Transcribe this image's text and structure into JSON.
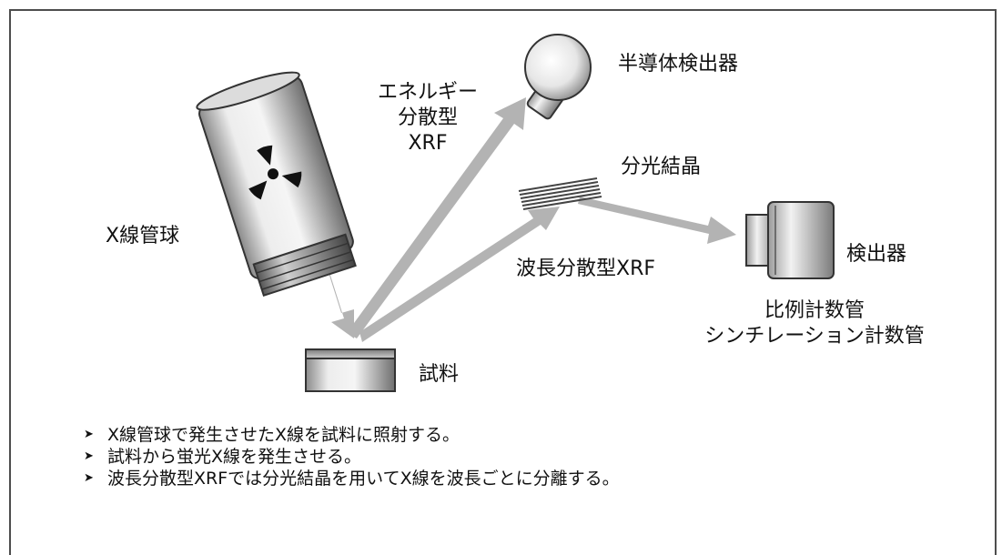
{
  "diagram": {
    "labels": {
      "xray_tube": "X線管球",
      "sample": "試料",
      "energy_dispersive": [
        "エネルギー",
        "分散型",
        "XRF"
      ],
      "semiconductor_detector": "半導体検出器",
      "analyzing_crystal": "分光結晶",
      "wavelength_dispersive": "波長分散型XRF",
      "detector": "検出器",
      "detector_types": [
        "比例計数管",
        "シンチレーション計数管"
      ]
    },
    "icons": {
      "radiation": "radiation-trefoil-icon",
      "bullet": "arrowhead-bullet-icon"
    }
  },
  "bullets": [
    "X線管球で発生させたX線を試料に照射する。",
    "試料から蛍光X線を発生させる。",
    "波長分散型XRFでは分光結晶を用いてX線を波長ごとに分離する。"
  ],
  "colors": {
    "arrow": "#b3b3b3",
    "frame": "#4d4d4d",
    "text": "#111111"
  }
}
